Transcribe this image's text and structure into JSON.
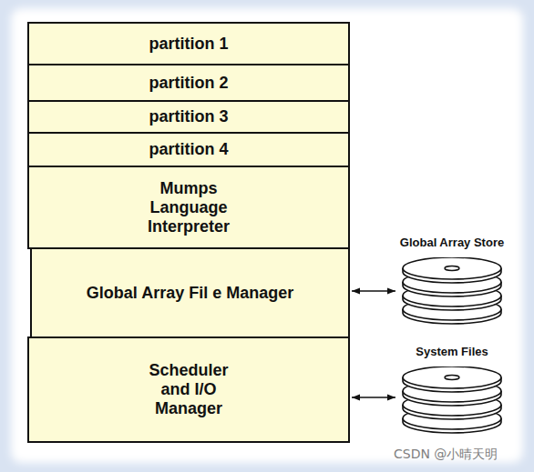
{
  "diagram": {
    "nodes": [
      {
        "text": [
          "partition 1"
        ]
      },
      {
        "text": [
          "partition 2"
        ]
      },
      {
        "text": [
          "partition 3"
        ]
      },
      {
        "text": [
          "partition 4"
        ]
      },
      {
        "text": [
          "Mumps Language Interpreter"
        ]
      },
      {
        "text": [
          "Global Array Fil e Manager"
        ]
      },
      {
        "text": [
          "Scheduler and I/O Manager"
        ]
      },
      {
        "text": [
          "Global Array Store"
        ]
      },
      {
        "text": [
          "System Files"
        ]
      }
    ],
    "edges": [
      {
        "from": 5,
        "to": 7,
        "arrow": "both"
      },
      {
        "from": 6,
        "to": 8,
        "arrow": "both"
      }
    ],
    "labels": [
      "CSDN @小晴天明"
    ]
  }
}
